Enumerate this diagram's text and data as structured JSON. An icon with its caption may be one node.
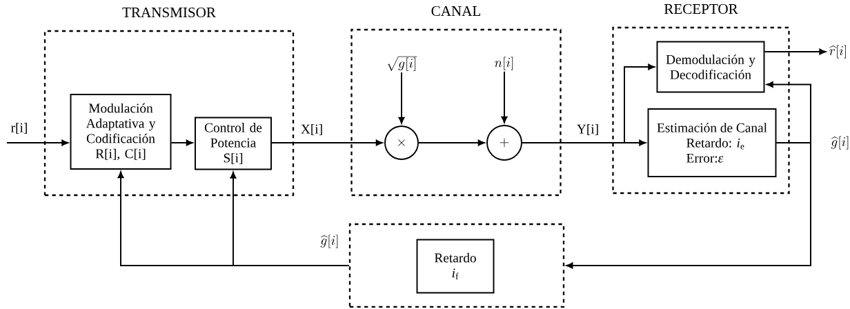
{
  "diagram": {
    "nodes": [
      {
        "text": [
          "TRANSMISOR"
        ]
      },
      {
        "text": [
          "Modulación Adaptativa y Codificación R[i], C[i]"
        ],
        "in": 0
      },
      {
        "text": [
          "Control de Potencia S[i]"
        ],
        "in": 0
      },
      {
        "text": [
          "CANAL"
        ]
      },
      {
        "text": [
          "\\times"
        ],
        "in": 3
      },
      {
        "text": [
          "+"
        ],
        "in": 3
      },
      {
        "text": [
          "RECEPTOR"
        ]
      },
      {
        "text": [
          "Demodulación y Decodificación"
        ],
        "in": 6
      },
      {
        "text": [
          "Estimación de Canal",
          "Retardo: *i*$_{e}$",
          "Error:*ε*"
        ],
        "in": 6
      },
      {
        "text": [],
        "shape": "box"
      },
      {
        "text": [
          "Retardo",
          "*i*$_{f}$"
        ],
        "in": 9
      },
      {
        "text": [
          "\\sqrt{g[i]}"
        ],
        "in": 3
      },
      {
        "text": [
          "n[i]"
        ],
        "in": 3
      },
      {
        "text": [
          "\\widehat{r}[i]"
        ]
      }
    ],
    "edges": [
      {
        "from": null,
        "to": 1,
        "arrow": "to",
        "label": "r[i]"
      },
      {
        "from": 1,
        "to": 2,
        "arrow": "to"
      },
      {
        "from": 2,
        "to": 4,
        "arrow": "to",
        "label": "X[i]"
      },
      {
        "from": 11,
        "to": 4,
        "arrow": "to"
      },
      {
        "from": 4,
        "to": 5,
        "arrow": "to"
      },
      {
        "from": 12,
        "to": 5,
        "arrow": "to"
      },
      {
        "from": 5,
        "to": 7,
        "arrow": "to"
      },
      {
        "from": 5,
        "to": 8,
        "arrow": "to",
        "label": "Y[i]"
      },
      {
        "from": 7,
        "to": 13,
        "arrow": "to"
      },
      {
        "from": 8,
        "to": 7,
        "arrow": "to",
        "label": "\\widehat{g}[i]"
      },
      {
        "from": 8,
        "to": 9,
        "arrow": "to"
      },
      {
        "from": 9,
        "to": 1,
        "arrow": "to",
        "label": "\\widehat{g}[i]"
      },
      {
        "from": 9,
        "to": 2,
        "arrow": "to"
      }
    ]
  }
}
